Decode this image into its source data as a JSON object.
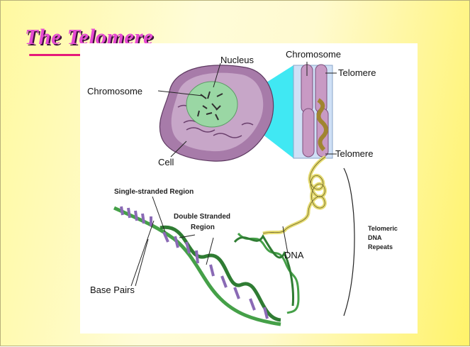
{
  "slide": {
    "title": "The Telomere"
  },
  "labels": {
    "nucleus": "Nucleus",
    "chromosome_cell": "Chromosome",
    "cell": "Cell",
    "chromosome_zoom": "Chromosome",
    "telomere_top": "Telomere",
    "telomere_bottom": "Telomere",
    "single_stranded": "Single-stranded Region",
    "double_stranded_1": "Double Stranded",
    "double_stranded_2": "Region",
    "dna": "DNA",
    "base_pairs": "Base Pairs",
    "telomeric_1": "Telomeric",
    "telomeric_2": "DNA",
    "telomeric_3": "Repeats"
  },
  "colors": {
    "title": "#e54ad2",
    "title_shadow": "#3c0f3a",
    "underline": "#e5197a",
    "cell": "#a77ba9",
    "nucleus": "#9ad7a4",
    "zoom_cone": "#40e8f3",
    "chromosome": "#c89ac4",
    "dna_green": "#45a048",
    "dna_yellow": "#e6dc72",
    "base_purple": "#8a6ab5"
  }
}
